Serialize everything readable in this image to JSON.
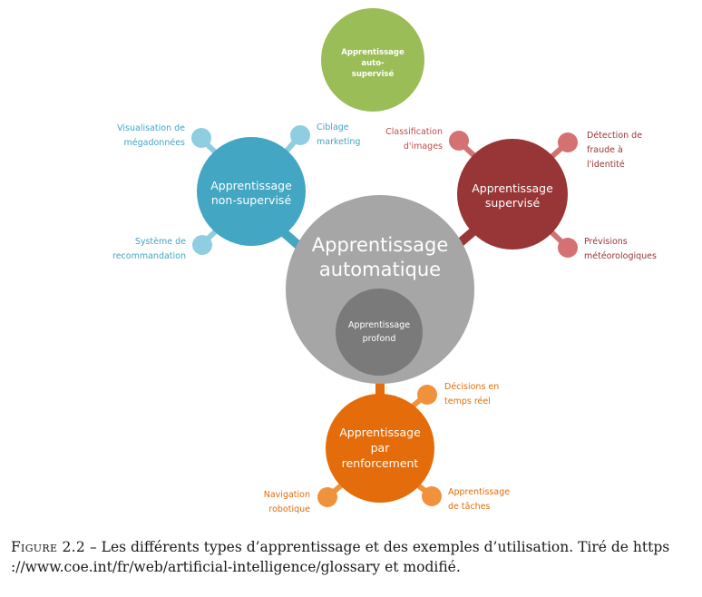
{
  "colors": {
    "self_supervised": "#9bbd57",
    "unsupervised": "#43a6c3",
    "unsupervised_leaf": "#8fcde0",
    "supervised": "#983537",
    "supervised_leaf": "#d47173",
    "central": "#a6a6a6",
    "deep": "#7a7a7a",
    "reinforcement": "#e46c0a",
    "reinforcement_leaf": "#f0913c"
  },
  "nodes": {
    "central": {
      "lines": [
        "Apprentissage",
        "automatique"
      ]
    },
    "deep": {
      "lines": [
        "Apprentissage",
        "profond"
      ]
    },
    "self_supervised": {
      "lines": [
        "Apprentissage",
        "auto-",
        "supervisé"
      ]
    },
    "unsupervised": {
      "lines": [
        "Apprentissage",
        "non-supervisé"
      ]
    },
    "supervised": {
      "lines": [
        "Apprentissage",
        "supervisé"
      ]
    },
    "reinforcement": {
      "lines": [
        "Apprentissage",
        "par",
        "renforcement"
      ]
    }
  },
  "leaves": {
    "meta_viz": [
      "Visualisation de",
      "mégadonnées"
    ],
    "targeting": [
      "Ciblage",
      "marketing"
    ],
    "recommender": [
      "Système de",
      "recommandation"
    ],
    "image_class": [
      "Classification",
      "d'images"
    ],
    "fraud": [
      "Détection de",
      "fraude à",
      "l'identité"
    ],
    "weather": [
      "Prévisions",
      "météorologiques"
    ],
    "realtime": [
      "Décisions en",
      "temps réel"
    ],
    "tasks": [
      "Apprentissage",
      "de tâches"
    ],
    "robot_nav": [
      "Navigation",
      "robotique"
    ]
  },
  "caption": {
    "label": "Figure 2.2",
    "text": "– Les différents types d’apprentissage et des exemples d’utilisation. Tiré de https ://www.coe.int/fr/web/artificial-intelligence/glossary et modifié."
  }
}
